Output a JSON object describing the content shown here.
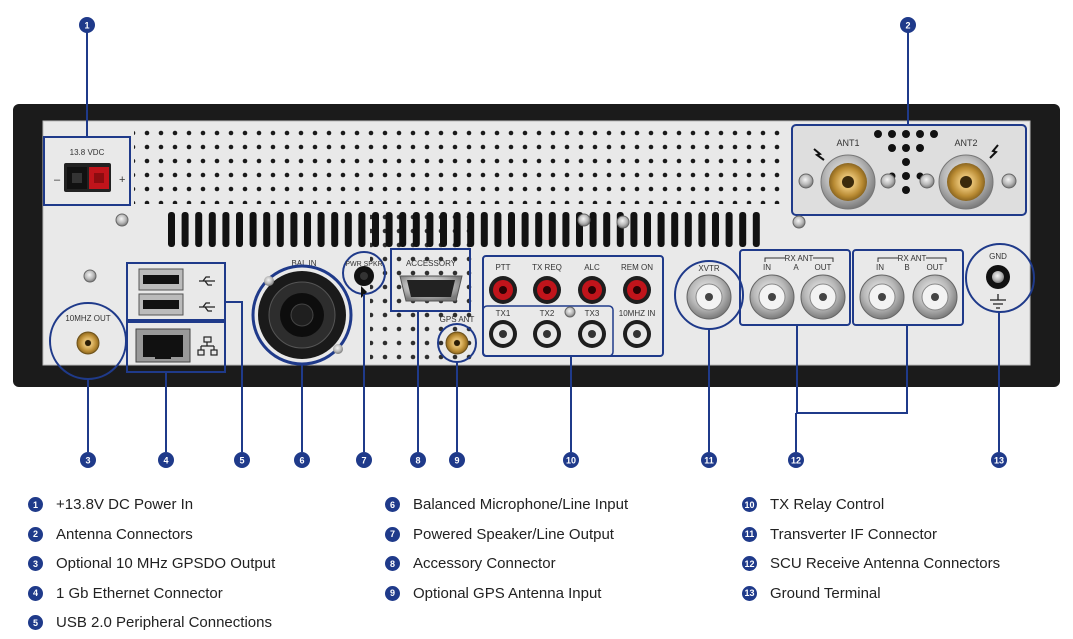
{
  "panel": {
    "power_label": "13.8 VDC",
    "power_minus": "–",
    "power_plus": "+",
    "ant1": "ANT1",
    "ant2": "ANT2",
    "ten_mhz_out": "10MHZ OUT",
    "bal_in": "BAL IN",
    "pwr_spkr": "PWR SPKR",
    "accessory": "ACCESSORY",
    "gps_ant": "GPS ANT",
    "ptt": "PTT",
    "tx_req": "TX REQ",
    "alc": "ALC",
    "rem_on": "REM ON",
    "tx1": "TX1",
    "tx2": "TX2",
    "tx3": "TX3",
    "ten_mhz_in": "10MHZ IN",
    "xvtr": "XVTR",
    "rx_ant": "RX ANT",
    "in": "IN",
    "a": "A",
    "b": "B",
    "out": "OUT",
    "gnd": "GND"
  },
  "colors": {
    "accent": "#1f3a8a",
    "panel_face": "#e9e9e9",
    "chassis": "#1b1b1b",
    "gold": "#c9a04a",
    "rca_red": "#c0141b"
  },
  "markers": [
    "1",
    "2",
    "3",
    "4",
    "5",
    "6",
    "7",
    "8",
    "9",
    "10",
    "11",
    "12",
    "13"
  ],
  "legend": [
    {
      "num": "1",
      "label": "+13.8V DC Power In"
    },
    {
      "num": "2",
      "label": "Antenna Connectors"
    },
    {
      "num": "3",
      "label": "Optional 10 MHz GPSDO Output"
    },
    {
      "num": "4",
      "label": "1 Gb Ethernet Connector"
    },
    {
      "num": "5",
      "label": "USB 2.0 Peripheral Connections"
    },
    {
      "num": "6",
      "label": "Balanced Microphone/Line Input"
    },
    {
      "num": "7",
      "label": "Powered Speaker/Line Output"
    },
    {
      "num": "8",
      "label": "Accessory Connector"
    },
    {
      "num": "9",
      "label": "Optional GPS Antenna Input"
    },
    {
      "num": "10",
      "label": "TX Relay Control"
    },
    {
      "num": "11",
      "label": "Transverter IF Connector"
    },
    {
      "num": "12",
      "label": "SCU Receive Antenna Connectors"
    },
    {
      "num": "13",
      "label": "Ground Terminal"
    }
  ]
}
